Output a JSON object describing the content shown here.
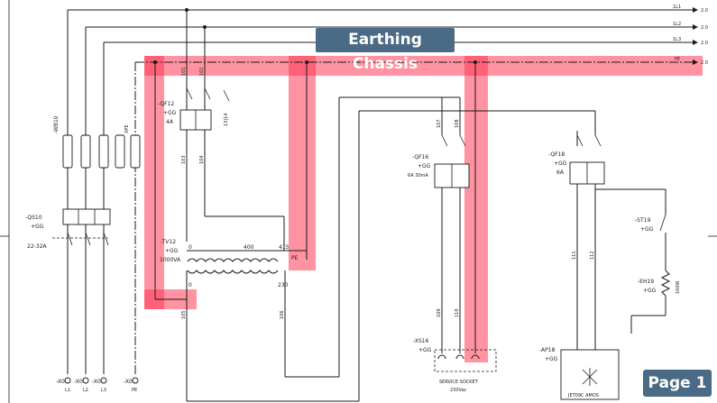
{
  "overlay": {
    "title": "Earthing Chassis",
    "page_label": "Page 1"
  },
  "rails": {
    "l1": "1L1",
    "l2": "1L2",
    "l3": "1L3",
    "pe": "PE",
    "ref": "2.0"
  },
  "cable_wb10": "-WB10",
  "cable_xpe": "XPE",
  "qs10": {
    "tag": "-QS10",
    "loc": "+GG",
    "rating": "22-32A"
  },
  "qf12": {
    "tag": "-QF12",
    "loc": "+GG",
    "rating": "4A",
    "aux": "13|14"
  },
  "tv12": {
    "tag": "-TV12",
    "loc": "+GG",
    "rating": "1000VA",
    "t0": "0",
    "t400": "400",
    "t415": "415",
    "tpe": "PE",
    "s0": "0",
    "s230": "230"
  },
  "qf16": {
    "tag": "-QF16",
    "loc": "+GG",
    "rating": "6A 30mA"
  },
  "qf18": {
    "tag": "-QF18",
    "loc": "+GG",
    "rating": "6A"
  },
  "st19": {
    "tag": "-ST19",
    "loc": "+GG"
  },
  "eh19": {
    "tag": "-EH19",
    "loc": "+GG",
    "rating": "100W"
  },
  "xs16": {
    "tag": "-XS16",
    "loc": "+GG",
    "desc1": "SERVICE SOCKET",
    "desc2": "230Vac"
  },
  "ap18": {
    "tag": "-AP18",
    "loc": "+GG",
    "desc": "JET09C AMOS"
  },
  "terminals": [
    {
      "name": "-X0",
      "num": "L1"
    },
    {
      "name": "-X0",
      "num": "L2"
    },
    {
      "name": "-X0",
      "num": "L3"
    },
    {
      "name": "-X0",
      "num": "PE"
    }
  ],
  "wire_labels": [
    "101",
    "102",
    "103",
    "104",
    "105",
    "106",
    "107",
    "108",
    "109",
    "110",
    "111",
    "112"
  ]
}
